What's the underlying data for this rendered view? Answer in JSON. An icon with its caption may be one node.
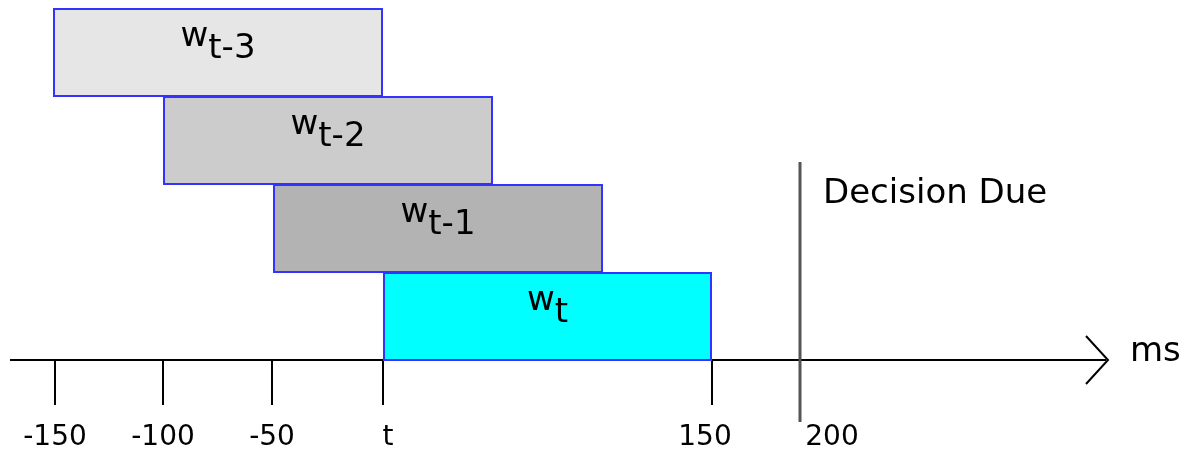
{
  "diagram": {
    "nodes": [
      {
        "text": [
          "w$_{t-3}$"
        ]
      },
      {
        "text": [
          "w$_{t-2}$"
        ]
      },
      {
        "text": [
          "w$_{t-1}$"
        ]
      },
      {
        "text": [
          "w$_{t}$"
        ]
      }
    ],
    "labels": [
      "Decision Due",
      "ms",
      "-150",
      "-100",
      "-50",
      "t",
      "150",
      "200"
    ]
  }
}
